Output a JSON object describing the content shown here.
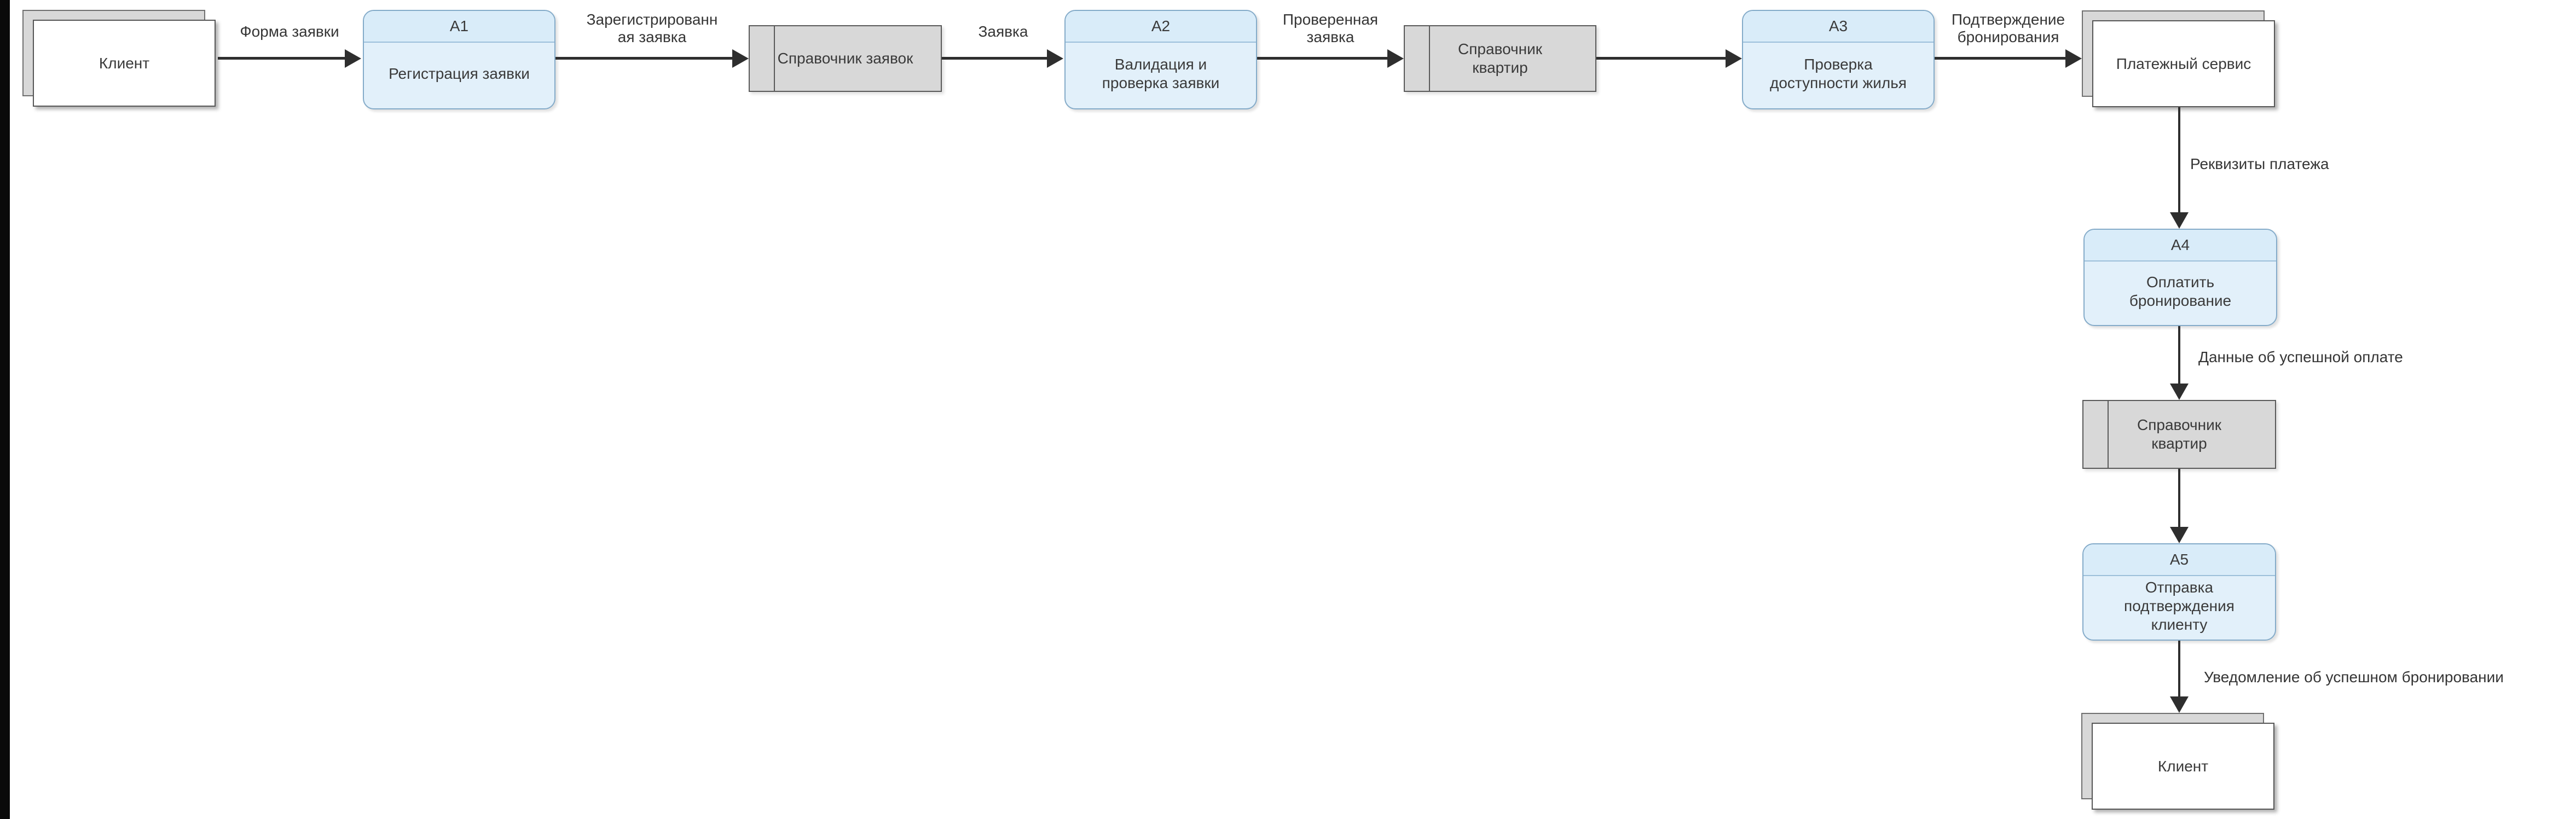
{
  "diagram": {
    "type": "data-flow-diagram",
    "nodes": {
      "client_top": {
        "kind": "external-entity",
        "label": "Клиент"
      },
      "a1": {
        "kind": "process",
        "code": "A1",
        "label": "Регистрация заявки"
      },
      "store_requests": {
        "kind": "data-store",
        "label": "Справочник заявок"
      },
      "a2": {
        "kind": "process",
        "code": "A2",
        "label": "Валидация и\nпроверка заявки"
      },
      "store_apartments_1": {
        "kind": "data-store",
        "label": "Справочник\nквартир"
      },
      "a3": {
        "kind": "process",
        "code": "A3",
        "label": "Проверка\nдоступности жилья"
      },
      "payment_service": {
        "kind": "external-entity",
        "label": "Платежный сервис"
      },
      "a4": {
        "kind": "process",
        "code": "A4",
        "label": "Оплатить\nбронирование"
      },
      "store_apartments_2": {
        "kind": "data-store",
        "label": "Справочник\nквартир"
      },
      "a5": {
        "kind": "process",
        "code": "A5",
        "label": "Отправка\nподтверждения\nклиенту"
      },
      "client_bottom": {
        "kind": "external-entity",
        "label": "Клиент"
      }
    },
    "edges": {
      "e1": {
        "from": "client_top",
        "to": "a1",
        "label": "Форма заявки"
      },
      "e2": {
        "from": "a1",
        "to": "store_requests",
        "label": "Зарегистрированн\nая заявка"
      },
      "e3": {
        "from": "store_requests",
        "to": "a2",
        "label": "Заявка"
      },
      "e4": {
        "from": "a2",
        "to": "store_apartments_1",
        "label": "Проверенная\nзаявка"
      },
      "e5": {
        "from": "store_apartments_1",
        "to": "a3",
        "label": ""
      },
      "e6": {
        "from": "a3",
        "to": "payment_service",
        "label": "Подтверждение\nбронирования"
      },
      "e7": {
        "from": "payment_service",
        "to": "a4",
        "label": "Реквизиты платежа"
      },
      "e8": {
        "from": "a4",
        "to": "store_apartments_2",
        "label": "Данные об успешной оплате"
      },
      "e9": {
        "from": "store_apartments_2",
        "to": "a5",
        "label": ""
      },
      "e10": {
        "from": "a5",
        "to": "client_bottom",
        "label": "Уведомление об успешном бронировании"
      }
    },
    "colors": {
      "process-header": "#d9ecf9",
      "process-body": "#e2f0fa",
      "process-border": "#84abc9",
      "process-divider": "#9cbfda",
      "store-fill": "#d8d8d8",
      "store-border": "#595959",
      "entity-border": "#565656",
      "shadow-fill": "#d8d8d8",
      "shadow-border": "#6f6f6f",
      "line": "#2e2e2e"
    }
  }
}
